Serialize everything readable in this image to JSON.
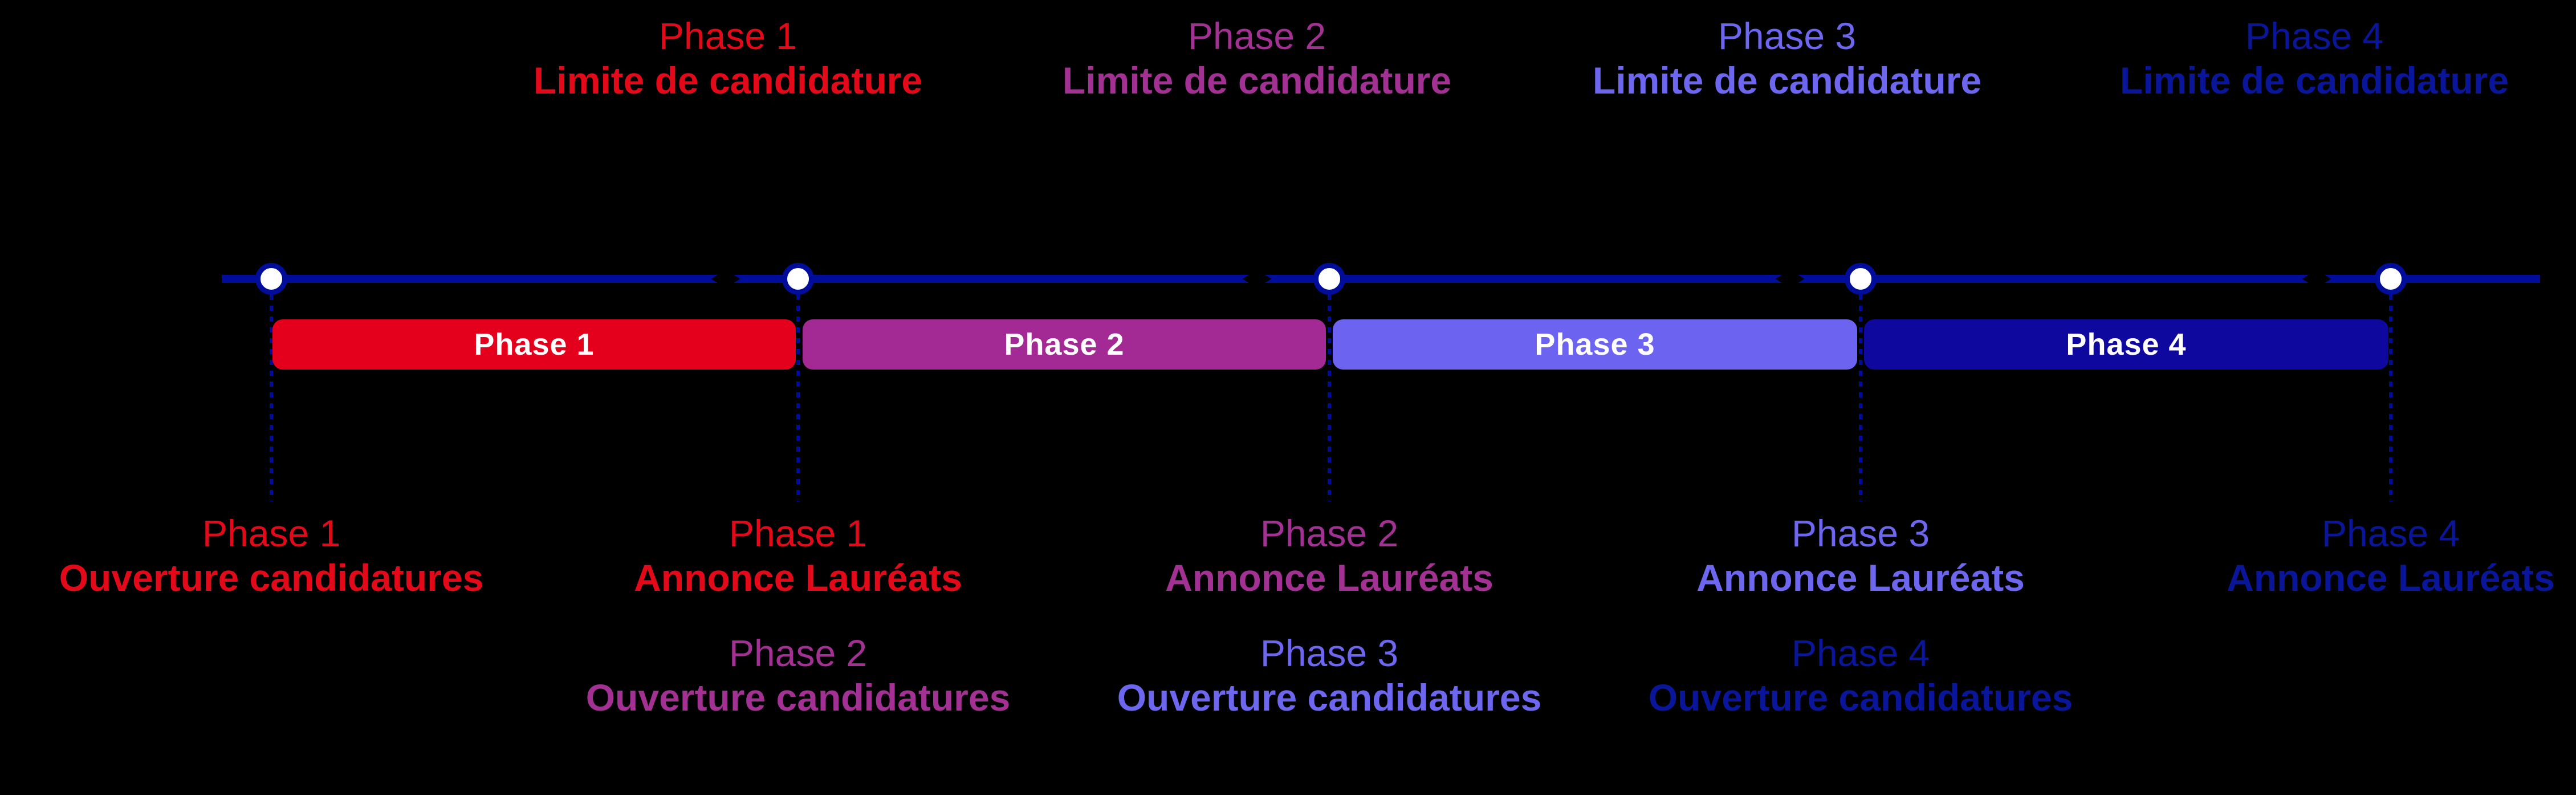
{
  "colors": {
    "background": "#000000",
    "timeline": "#000D9B",
    "circle_fill": "#FFFFFF",
    "bar_label_text": "#FFFFFF"
  },
  "bars": [
    {
      "label": "Phase 1",
      "color": "#E4001C"
    },
    {
      "label": "Phase 2",
      "color": "#A32994"
    },
    {
      "label": "Phase 3",
      "color": "#6C63F0"
    },
    {
      "label": "Phase 4",
      "color": "#0F089F"
    }
  ],
  "top_labels": [
    {
      "phase": "Phase 1",
      "event": "Limite de candidature",
      "color": "#E30918"
    },
    {
      "phase": "Phase 2",
      "event": "Limite de candidature",
      "color": "#A33193"
    },
    {
      "phase": "Phase 3",
      "event": "Limite de candidature",
      "color": "#6D66EF"
    },
    {
      "phase": "Phase 4",
      "event": "Limite de candidature",
      "color": "#0A1699"
    }
  ],
  "bottom_labels_row1": [
    {
      "phase": "Phase 1",
      "event": "Ouverture candidatures",
      "color": "#E30918"
    },
    {
      "phase": "Phase 1",
      "event": "Annonce Lauréats",
      "color": "#E30918"
    },
    {
      "phase": "Phase 2",
      "event": "Annonce Lauréats",
      "color": "#A33193"
    },
    {
      "phase": "Phase 3",
      "event": "Annonce Lauréats",
      "color": "#6D66EF"
    },
    {
      "phase": "Phase 4",
      "event": "Annonce Lauréats",
      "color": "#0A1699"
    }
  ],
  "bottom_labels_row2": [
    {
      "phase": "Phase 2",
      "event": "Ouverture candidatures",
      "color": "#A33193"
    },
    {
      "phase": "Phase 3",
      "event": "Ouverture candidatures",
      "color": "#6D66EF"
    },
    {
      "phase": "Phase 4",
      "event": "Ouverture candidatures",
      "color": "#0A1699"
    }
  ]
}
